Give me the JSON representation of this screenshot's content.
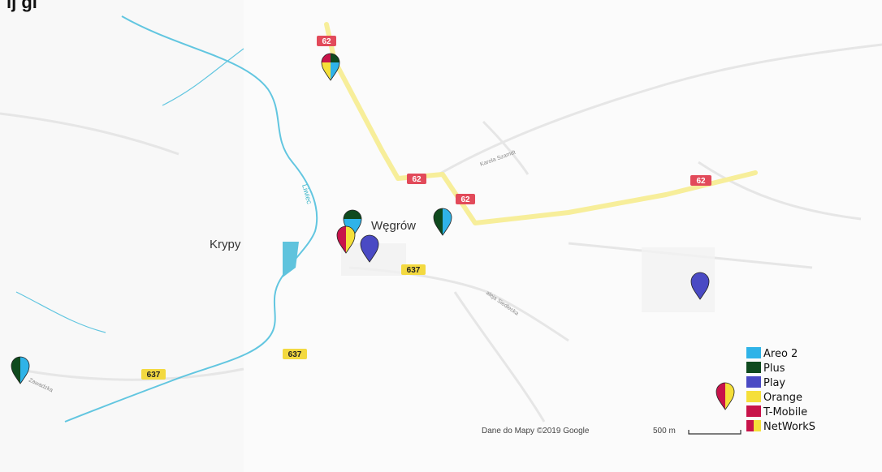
{
  "map": {
    "places": {
      "town": "Węgrów",
      "village": "Krypy"
    },
    "roads": {
      "route_62": "62",
      "route_637": "637",
      "street_karola": "Karola Szamdt",
      "street_aleja": "aleja Siedlecka",
      "street_zawadzka": "Zawadzka"
    },
    "river": "Liwiec",
    "credit": "Dane do Mapy ©2019 Google",
    "scale": "500 m"
  },
  "legend": {
    "items": [
      {
        "label": "Areo 2",
        "color": "#2fb3e8"
      },
      {
        "label": "Plus",
        "color": "#0f4a1e"
      },
      {
        "label": "Play",
        "color": "#4a4ac4"
      },
      {
        "label": "Orange",
        "color": "#f5df3a"
      },
      {
        "label": "T-Mobile",
        "color": "#c8134a"
      },
      {
        "label": "NetWorkS",
        "color": "#f5df3a",
        "color2": "#c8134a"
      }
    ]
  },
  "colors": {
    "water": "#5fc3dd",
    "road_major": "#f7ee9a",
    "route_62_badge": "#e24a5a",
    "route_637_badge": "#f3d940"
  },
  "header_fragment": "ij                                                              gi"
}
